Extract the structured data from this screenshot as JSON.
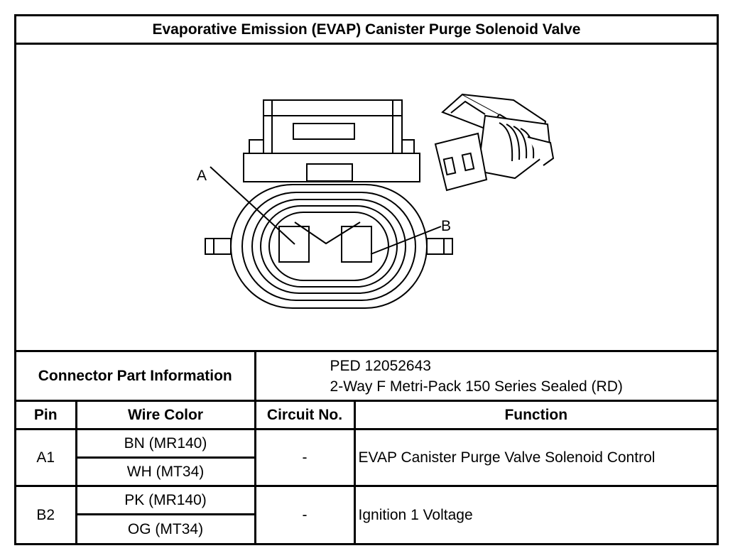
{
  "title": "Evaporative Emission (EVAP) Canister Purge Solenoid Valve",
  "diagram": {
    "pin_a_label": "A",
    "pin_b_label": "B"
  },
  "connector": {
    "label": "Connector Part Information",
    "part_number": "PED 12052643",
    "description": "2-Way F Metri-Pack 150 Series Sealed (RD)"
  },
  "columns": {
    "pin": "Pin",
    "wire_color": "Wire Color",
    "circuit": "Circuit No.",
    "function": "Function"
  },
  "rows": [
    {
      "pin": "A1",
      "wire_colors": [
        "BN (MR140)",
        "WH (MT34)"
      ],
      "circuit": "-",
      "function": "EVAP Canister Purge Valve Solenoid Control"
    },
    {
      "pin": "B2",
      "wire_colors": [
        "PK (MR140)",
        "OG (MT34)"
      ],
      "circuit": "-",
      "function": "Ignition 1 Voltage"
    }
  ]
}
